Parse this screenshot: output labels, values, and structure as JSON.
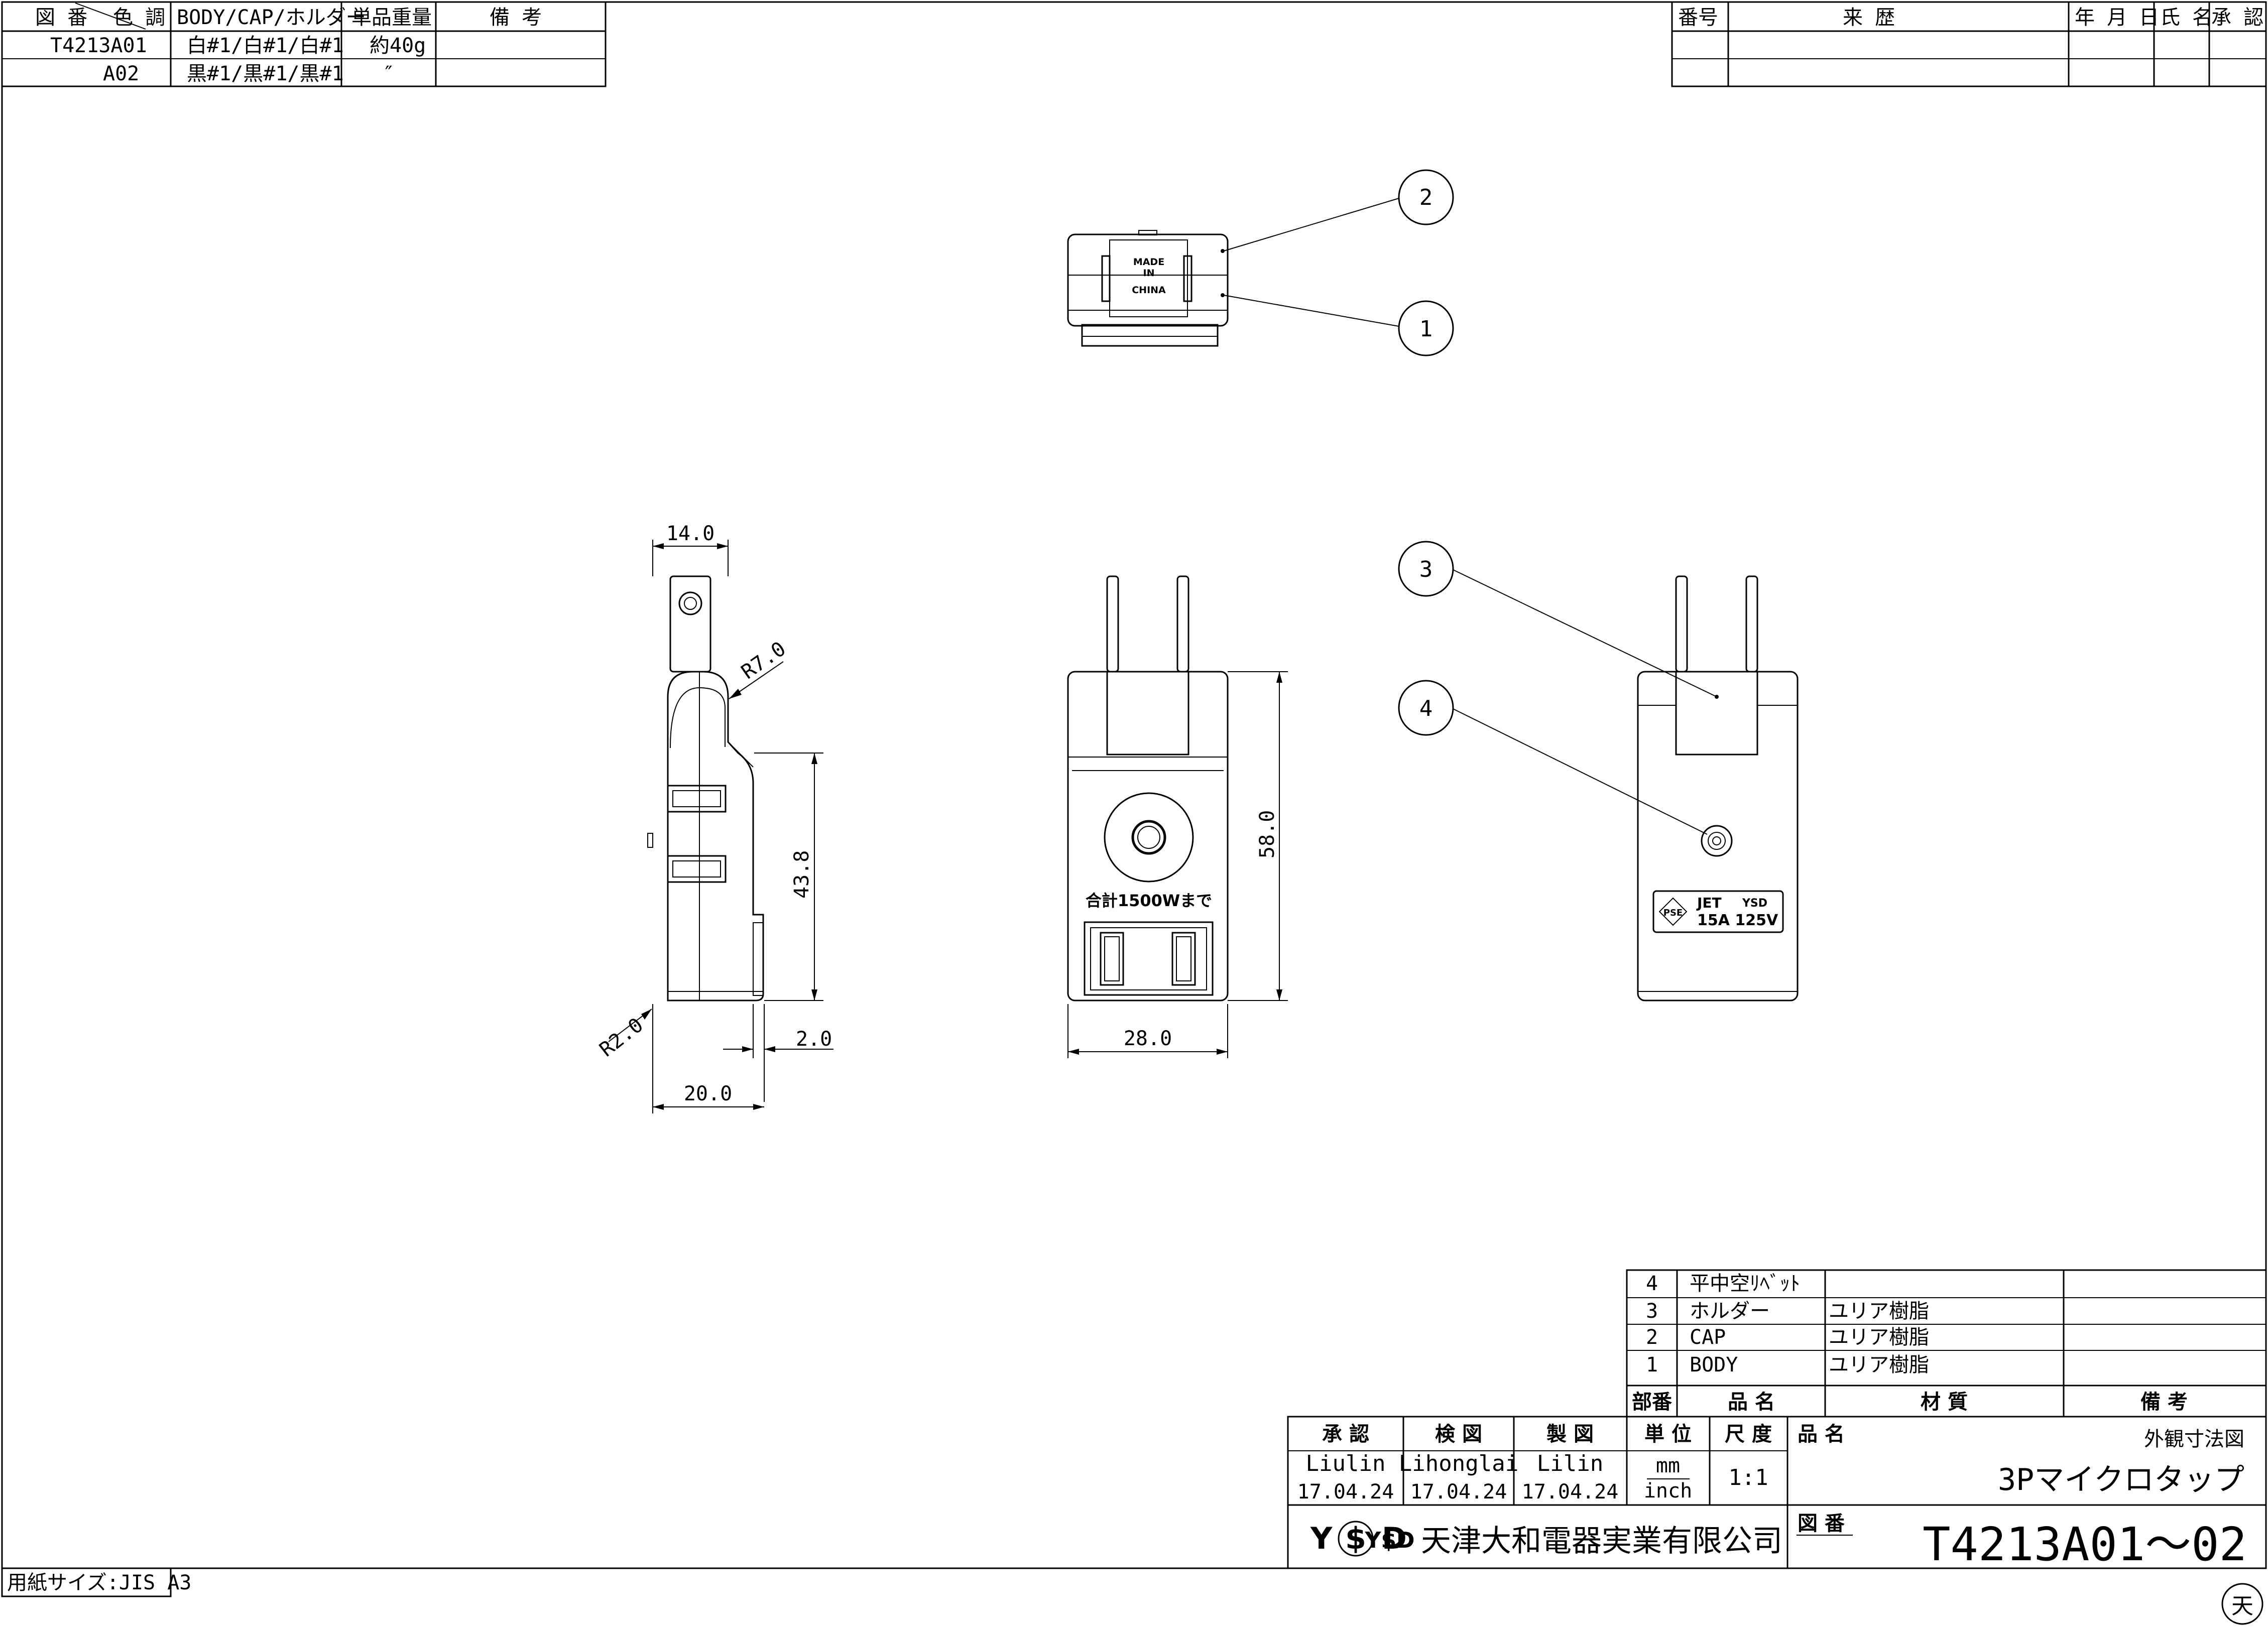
{
  "rev_table_tl": {
    "headers": [
      "図 番",
      "色 調",
      "BODY/CAP/ホルダー",
      "単品重量",
      "備 考"
    ],
    "rows": [
      [
        "T4213A01",
        "白#1/白#1/白#1",
        "約40g",
        ""
      ],
      [
        "A02",
        "黒#1/黒#1/黒#1",
        "″",
        ""
      ]
    ]
  },
  "history_table": {
    "headers": [
      "番号",
      "来 歴",
      "年 月 日",
      "氏 名",
      "承 認"
    ]
  },
  "dimensions": {
    "d_14": "14.0",
    "d_r7": "R7.0",
    "d_43_8": "43.8",
    "d_r2": "R2.0",
    "d_2": "2.0",
    "d_20": "20.0",
    "d_28": "28.0",
    "d_58": "58.0"
  },
  "balloons": [
    "1",
    "2",
    "3",
    "4"
  ],
  "labels": {
    "made_in": [
      "MADE",
      "IN",
      "CHINA"
    ],
    "wattage": "合計1500Wまで",
    "jet_mark": "JET",
    "ysd_mark": "YSD",
    "rating": "15A 125V",
    "pse": "PSE"
  },
  "parts_list": {
    "headers": [
      "部番",
      "品 名",
      "材 質",
      "備 考"
    ],
    "rows": [
      [
        "4",
        "平中空ﾘﾍﾞｯﾄ",
        "",
        ""
      ],
      [
        "3",
        "ホルダー",
        "ユリア樹脂",
        ""
      ],
      [
        "2",
        "CAP",
        "ユリア樹脂",
        ""
      ],
      [
        "1",
        "BODY",
        "ユリア樹脂",
        ""
      ]
    ]
  },
  "title_block": {
    "approve_label": "承 認",
    "check_label": "検 図",
    "draw_label": "製 図",
    "unit_label": "単 位",
    "scale_label": "尺 度",
    "name_label": "品 名",
    "approver": "Liulin",
    "checker": "Lihonglai",
    "drafter": "Lilin",
    "approve_date": "17.04.24",
    "check_date": "17.04.24",
    "draw_date": "17.04.24",
    "unit_mm": "mm",
    "unit_inch": "inch",
    "scale": "1:1",
    "drawing_type": "外観寸法図",
    "product_name": "3Pマイクロタップ",
    "company_logo": "Y$D",
    "company": "天津大和電器実業有限公司",
    "drawing_no_label": "図 番",
    "drawing_no": "T4213A01～02"
  },
  "paper_size": "用紙サイズ:JIS A3",
  "corner_mark": "天"
}
